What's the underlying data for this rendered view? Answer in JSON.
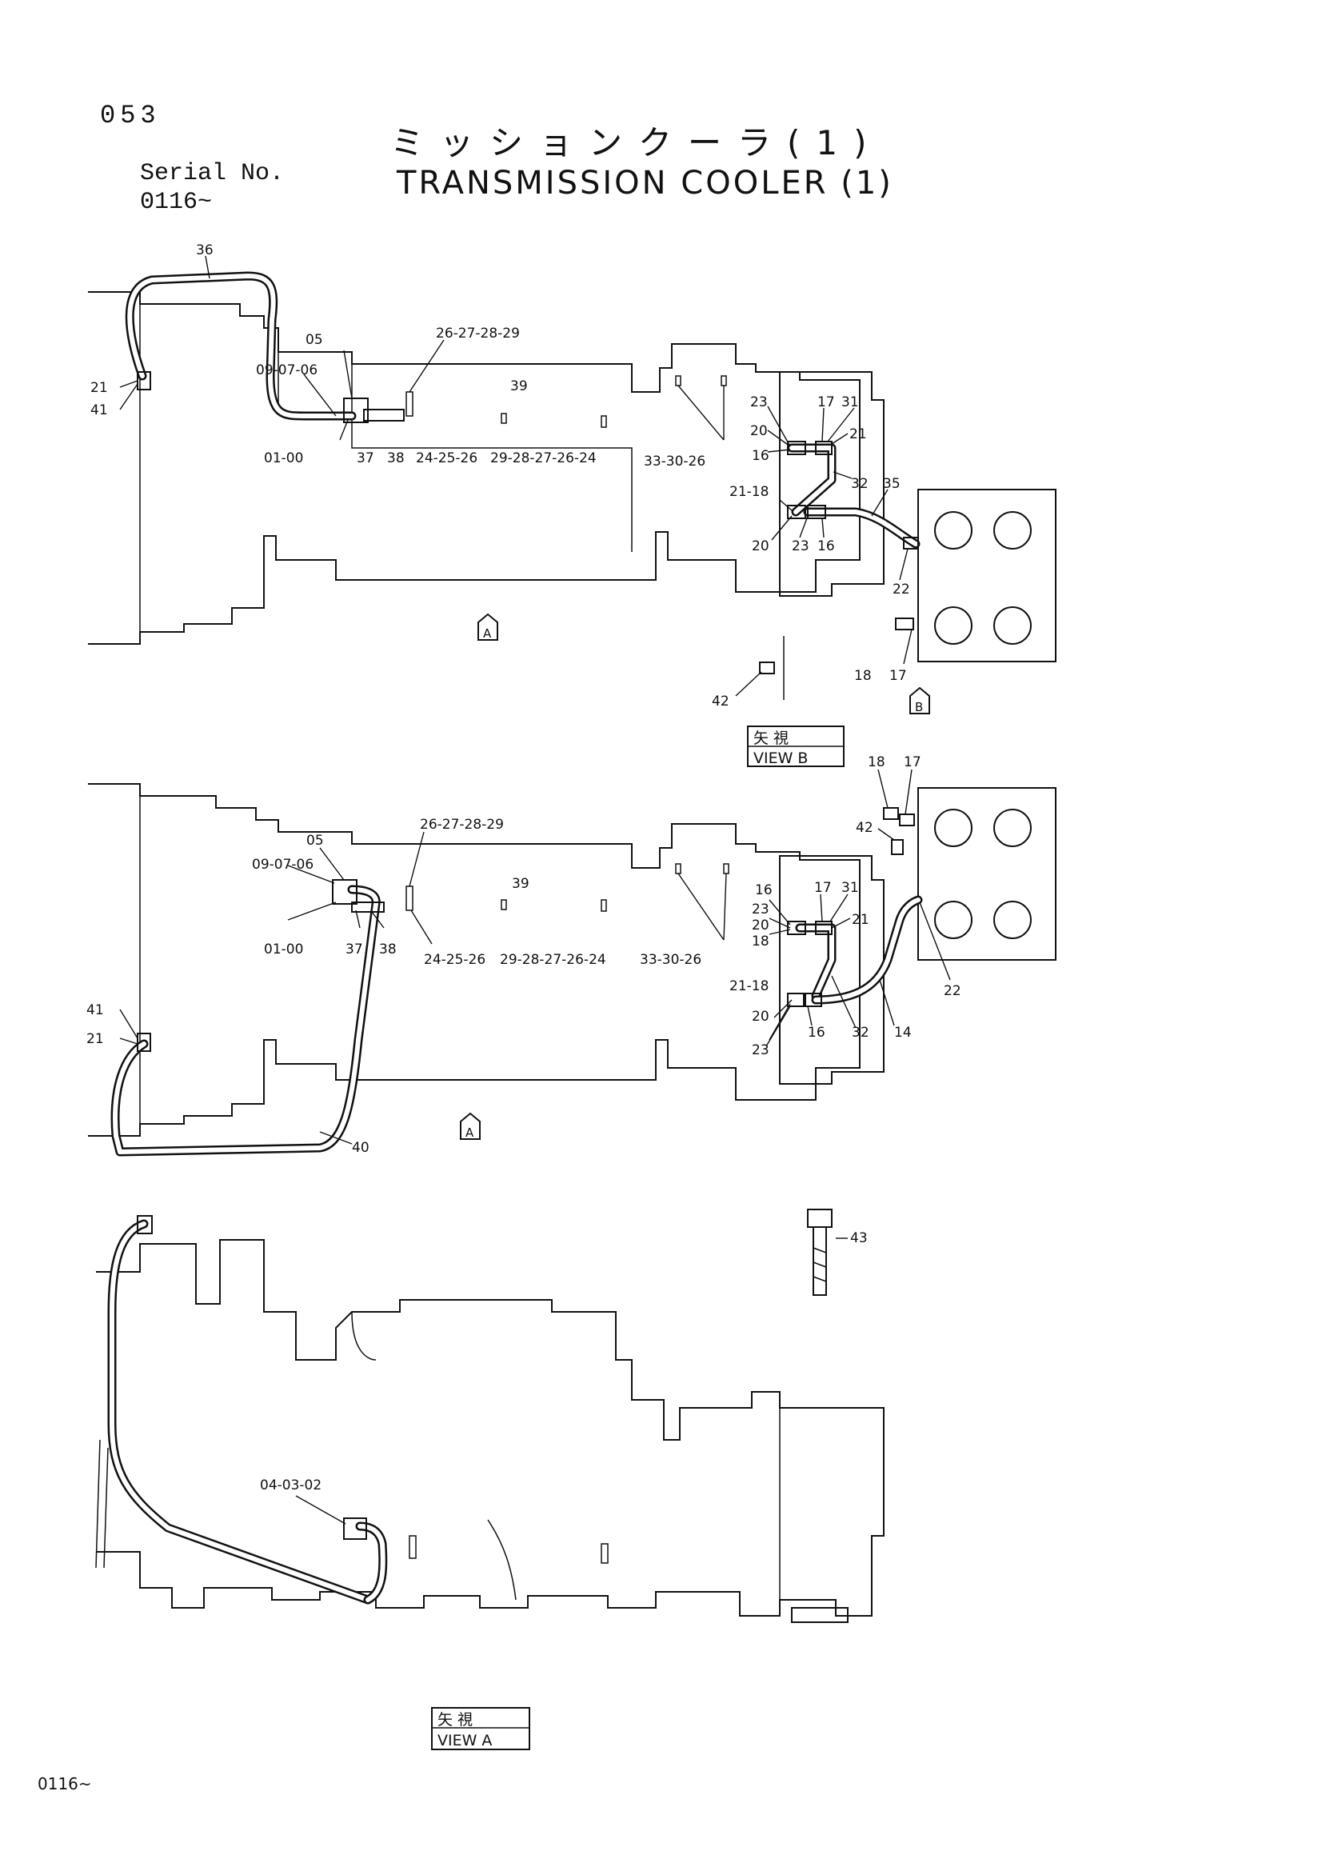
{
  "header": {
    "page_number": "053",
    "title_jp": "ミッションクーラ(1)",
    "title_en": "TRANSMISSION COOLER (1)",
    "serial_label": "Serial No.",
    "serial_value": "0116~"
  },
  "footer": {
    "serial": "0116~"
  },
  "view_markers": {
    "a": "A",
    "b": "B"
  },
  "view_boxes": {
    "view_b": {
      "jp": "矢 視",
      "en": "VIEW B"
    },
    "view_a": {
      "jp": "矢 視",
      "en": "VIEW A"
    }
  },
  "diagram1": {
    "labels": {
      "p36": "36",
      "p05": "05",
      "p090706": "09-07-06",
      "p21": "21",
      "p41": "41",
      "p0100": "01-00",
      "p37": "37",
      "p38": "38",
      "p242526": "24-25-26",
      "p26272829": "26-27-28-29",
      "p39": "39",
      "p292827": "29-28-27-26-24",
      "p333026": "33-30-26",
      "p23a": "23",
      "p20a": "20",
      "p16a": "16",
      "p17": "17",
      "p31": "31",
      "p21r": "21",
      "p32": "32",
      "p35": "35",
      "p2118": "21-18",
      "p20b": "20",
      "p23b": "23",
      "p16b": "16",
      "p22": "22",
      "p18": "18",
      "p17b": "17",
      "p42": "42"
    }
  },
  "diagram2": {
    "labels": {
      "p18": "18",
      "p17": "17",
      "p42": "42",
      "p05": "05",
      "p090706": "09-07-06",
      "p26272829": "26-27-28-29",
      "p39": "39",
      "p0100": "01-00",
      "p37": "37",
      "p38": "38",
      "p242526": "24-25-26",
      "p292827": "29-28-27-26-24",
      "p333026": "33-30-26",
      "p16": "16",
      "p23": "23",
      "p20": "20",
      "p18b": "18",
      "p17b": "17",
      "p31": "31",
      "p21": "21",
      "p22": "22",
      "p41": "41",
      "p21l": "21",
      "p2118": "21-18",
      "p20b": "20",
      "p16b": "16",
      "p32": "32",
      "p14": "14",
      "p23b": "23",
      "p40": "40",
      "p43": "43"
    }
  },
  "diagram3": {
    "labels": {
      "p040302": "04-03-02"
    }
  }
}
